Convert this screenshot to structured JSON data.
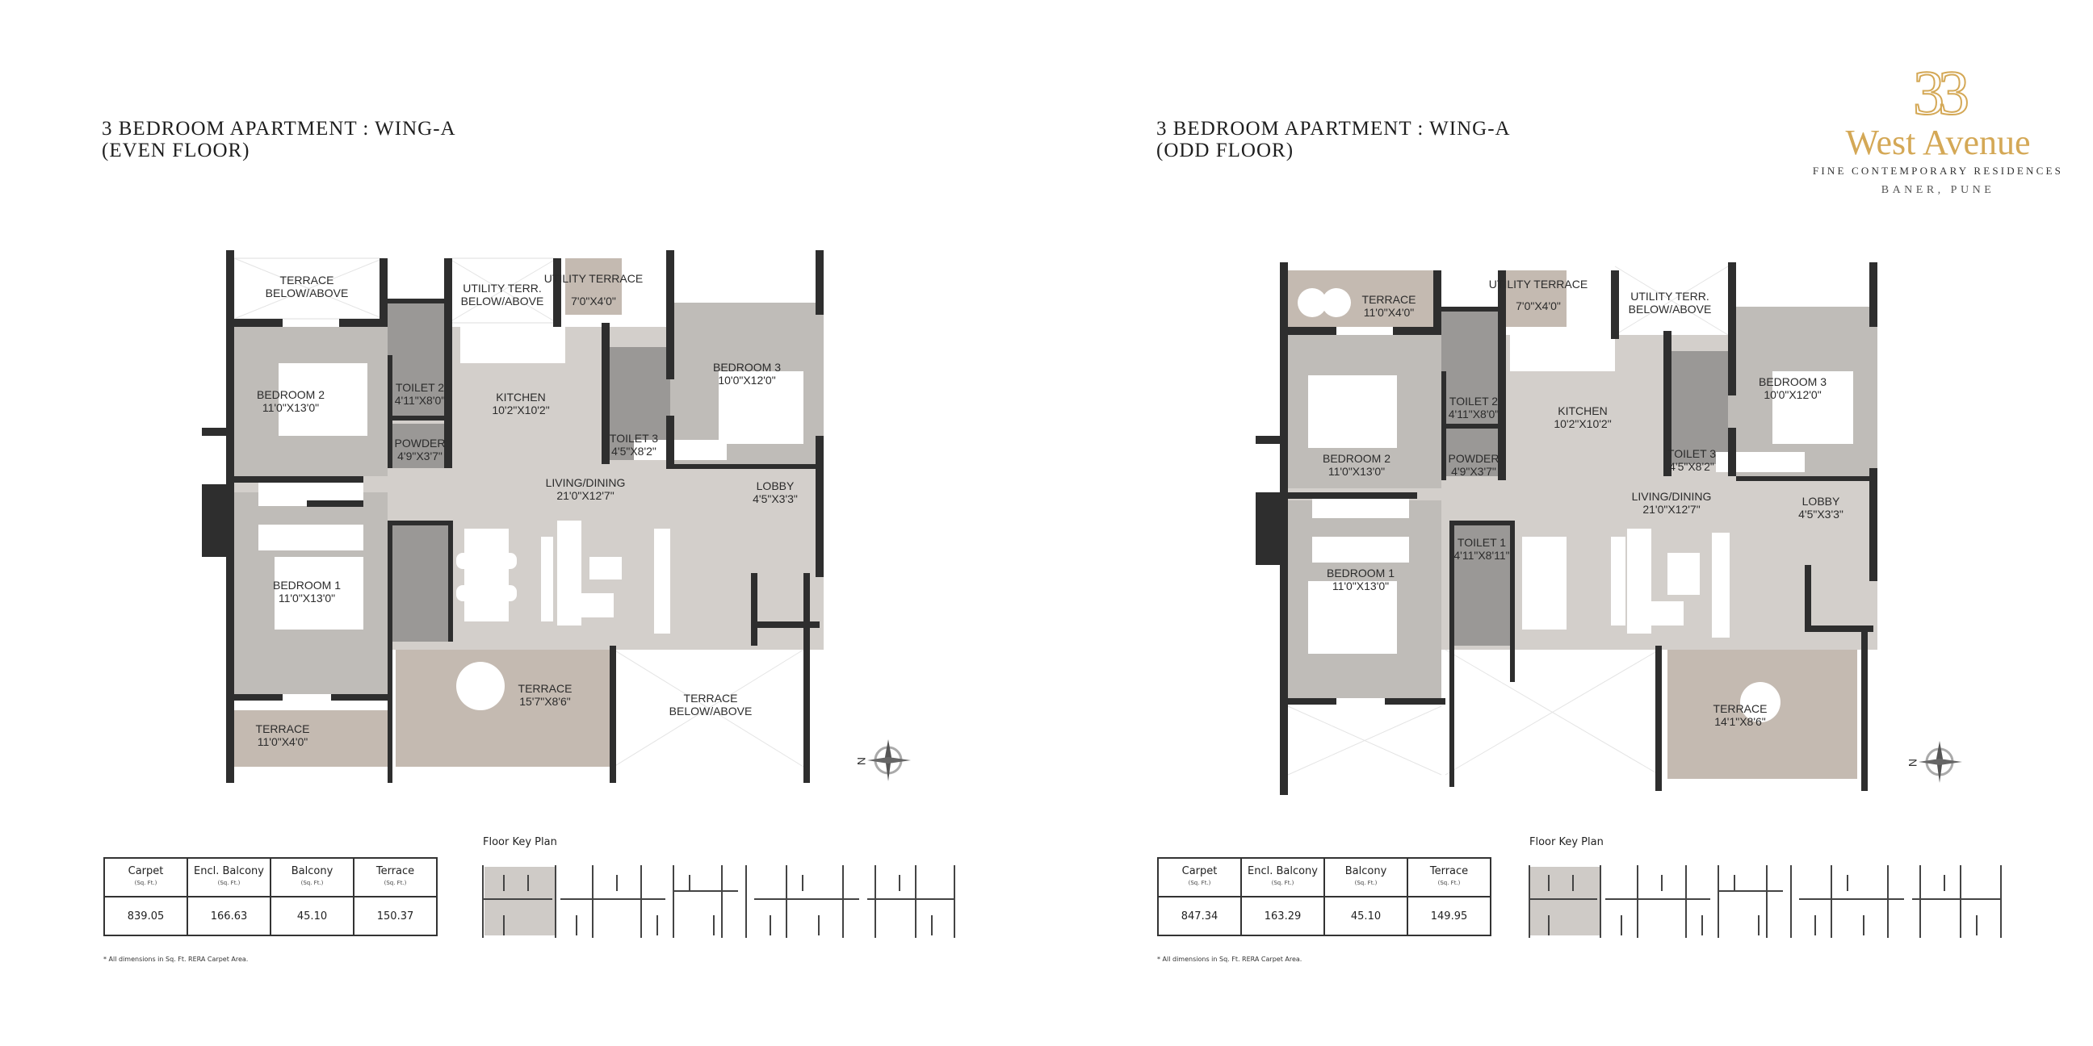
{
  "brand": {
    "logo_number": "33",
    "name": "West Avenue",
    "tagline": "FINE CONTEMPORARY RESIDENCES",
    "location": "BANER, PUNE",
    "accent_color": "#d4a856"
  },
  "plans": [
    {
      "title_line1": "3 BEDROOM  APARTMENT : WING-A",
      "title_line2": "(EVEN FLOOR)",
      "rooms": [
        {
          "name": "TERRACE",
          "size": "BELOW/ABOVE"
        },
        {
          "name": "UTILITY TERR.",
          "size": "BELOW/ABOVE"
        },
        {
          "name": "UTILITY TERRACE",
          "size": "7'0\"X4'0\""
        },
        {
          "name": "BEDROOM 2",
          "size": "11'0\"X13'0\""
        },
        {
          "name": "TOILET 2",
          "size": "4'11\"X8'0\""
        },
        {
          "name": "POWDER",
          "size": "4'9\"X3'7\""
        },
        {
          "name": "KITCHEN",
          "size": "10'2\"X10'2\""
        },
        {
          "name": "TOILET 3",
          "size": "4'5\"X8'2\""
        },
        {
          "name": "BEDROOM 3",
          "size": "10'0\"X12'0\""
        },
        {
          "name": "LIVING/DINING",
          "size": "21'0\"X12'7\""
        },
        {
          "name": "LOBBY",
          "size": "4'5\"X3'3\""
        },
        {
          "name": "BEDROOM 1",
          "size": "11'0\"X13'0\""
        },
        {
          "name": "TERRACE",
          "size": "15'7\"X8'6\""
        },
        {
          "name": "TERRACE",
          "size": "11'0\"X4'0\""
        },
        {
          "name": "TERRACE",
          "size": "BELOW/ABOVE"
        }
      ],
      "compass_label": "N",
      "areas": {
        "headers": [
          {
            "label": "Carpet",
            "unit": "(Sq. Ft.)"
          },
          {
            "label": "Encl. Balcony",
            "unit": "(Sq. Ft.)"
          },
          {
            "label": "Balcony",
            "unit": "(Sq. Ft.)"
          },
          {
            "label": "Terrace",
            "unit": "(Sq. Ft.)"
          }
        ],
        "values": [
          "839.05",
          "166.63",
          "45.10",
          "150.37"
        ]
      },
      "note": "* All dimensions in Sq. Ft. RERA Carpet Area.",
      "key_plan_label": "Floor Key Plan"
    },
    {
      "title_line1": "3 BEDROOM  APARTMENT : WING-A",
      "title_line2": "(ODD FLOOR)",
      "rooms": [
        {
          "name": "TERRACE",
          "size": "11'0\"X4'0\""
        },
        {
          "name": "UTILITY TERRACE",
          "size": "7'0\"X4'0\""
        },
        {
          "name": "UTILITY TERR.",
          "size": "BELOW/ABOVE"
        },
        {
          "name": "BEDROOM 2",
          "size": "11'0\"X13'0\""
        },
        {
          "name": "TOILET 2",
          "size": "4'11\"X8'0\""
        },
        {
          "name": "POWDER",
          "size": "4'9\"X3'7\""
        },
        {
          "name": "KITCHEN",
          "size": "10'2\"X10'2\""
        },
        {
          "name": "TOILET 3",
          "size": "4'5\"X8'2\""
        },
        {
          "name": "BEDROOM 3",
          "size": "10'0\"X12'0\""
        },
        {
          "name": "LIVING/DINING",
          "size": "21'0\"X12'7\""
        },
        {
          "name": "LOBBY",
          "size": "4'5\"X3'3\""
        },
        {
          "name": "TOILET 1",
          "size": "4'11\"X8'11\""
        },
        {
          "name": "BEDROOM 1",
          "size": "11'0\"X13'0\""
        },
        {
          "name": "TERRACE",
          "size": "14'1\"X8'6\""
        }
      ],
      "compass_label": "N",
      "areas": {
        "headers": [
          {
            "label": "Carpet",
            "unit": "(Sq. Ft.)"
          },
          {
            "label": "Encl. Balcony",
            "unit": "(Sq. Ft.)"
          },
          {
            "label": "Balcony",
            "unit": "(Sq. Ft.)"
          },
          {
            "label": "Terrace",
            "unit": "(Sq. Ft.)"
          }
        ],
        "values": [
          "847.34",
          "163.29",
          "45.10",
          "149.95"
        ]
      },
      "note": "* All dimensions in Sq. Ft. RERA Carpet Area.",
      "key_plan_label": "Floor Key Plan"
    }
  ],
  "colors": {
    "wall": "#2e2e2e",
    "living": "#d3cfcb",
    "bedroom": "#bfbcb8",
    "toilet": "#9a9896",
    "terrace": "#c4bab1",
    "open": "#ffffff"
  }
}
